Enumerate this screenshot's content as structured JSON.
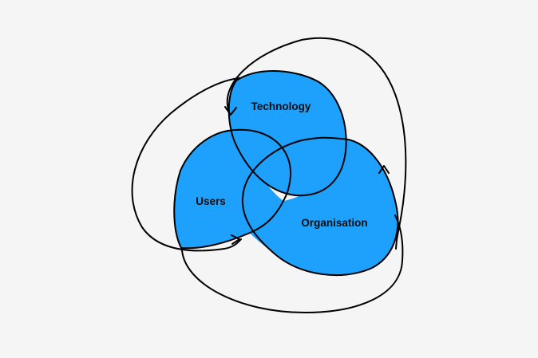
{
  "colors": {
    "background": "#f5f5f5",
    "lobe_fill": "#1ea1fd",
    "stroke": "#000000"
  },
  "labels": {
    "technology": "Technology",
    "users": "Users",
    "organisation": "Organisation"
  }
}
